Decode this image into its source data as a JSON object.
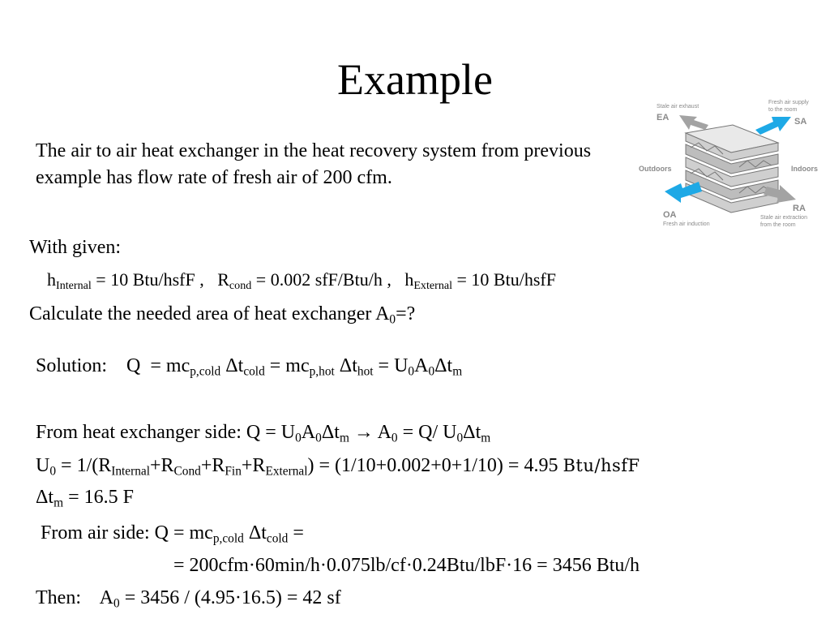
{
  "title": "Example",
  "intro": "The air to air heat exchanger in the heat recovery system from previous example has flow rate of fresh air of 200 cfm.",
  "given": {
    "label": "With given:",
    "h_internal": {
      "sym": "h",
      "sub": "Internal",
      "val": "= 10 Btu/hsfF ,"
    },
    "r_cond": {
      "sym": "R",
      "sub": "cond",
      "val": "= 0.002 sfF/Btu/h ,"
    },
    "h_external": {
      "sym": "h",
      "sub": "External",
      "val": "= 10 Btu/hsfF"
    }
  },
  "question": {
    "text": "Calculate the needed area of heat exchanger A",
    "sub": "0",
    "tail": "=?"
  },
  "solution": {
    "label": "Solution:",
    "q": "Q",
    "eq1": "= mc",
    "sub1": "p,cold",
    "dt1": "Δt",
    "sub2": "cold",
    "eq2": "= mc",
    "sub3": "p,hot",
    "dt2": "Δt",
    "sub4": "hot",
    "eq3": "= U",
    "sub5": "0",
    "a": "A",
    "sub6": "0",
    "dt3": "Δt",
    "sub7": "m"
  },
  "hx_side": {
    "label": "From heat exchanger side:  Q = U",
    "s1": "0",
    "a": "A",
    "s2": "0",
    "dt": "Δt",
    "s3": "m",
    "arrow": " → ",
    "a0": "A",
    "s4": "0",
    "mid": " = Q/ U",
    "s5": "0",
    "dt2": "Δt",
    "s6": "m"
  },
  "u0": {
    "u": "U",
    "s0": "0",
    "p1": " = 1/(R",
    "s1": "Internal",
    "p2": "+R",
    "s2": "Cond",
    "p3": "+R",
    "s3": "Fin",
    "p4": "+R",
    "s4": "External",
    "p5": ") = (1/10+0.002+0+1/10) = 4.95 ",
    "unit": "Btu/hsfF"
  },
  "dtm": {
    "d": "Δt",
    "s": "m",
    "val": " = 16.5 F"
  },
  "air_side": {
    "label": "From air side: Q = mc",
    "s1": "p,cold",
    "dt": " Δt",
    "s2": "cold",
    "tail": " ="
  },
  "calc": "= 200cfm·60min/h·0.075lb/cf·0.24Btu/lbF·16 = 3456 Btu/h",
  "then": {
    "label": "Then:",
    "a": "A",
    "s": "0",
    "val": " = 3456 / (4.95·16.5) = 42 sf"
  },
  "diagram": {
    "ea_note": "Stale air exhaust",
    "ea": "EA",
    "sa_note1": "Fresh air supply",
    "sa_note2": "to the room",
    "sa": "SA",
    "outdoors": "Outdoors",
    "indoors": "Indoors",
    "oa": "OA",
    "oa_note": "Fresh air induction",
    "ra": "RA",
    "ra_note1": "Stale air  extraction",
    "ra_note2": "from the room",
    "colors": {
      "fresh": "#1ea9e6",
      "stale": "#a3a3a3"
    }
  }
}
